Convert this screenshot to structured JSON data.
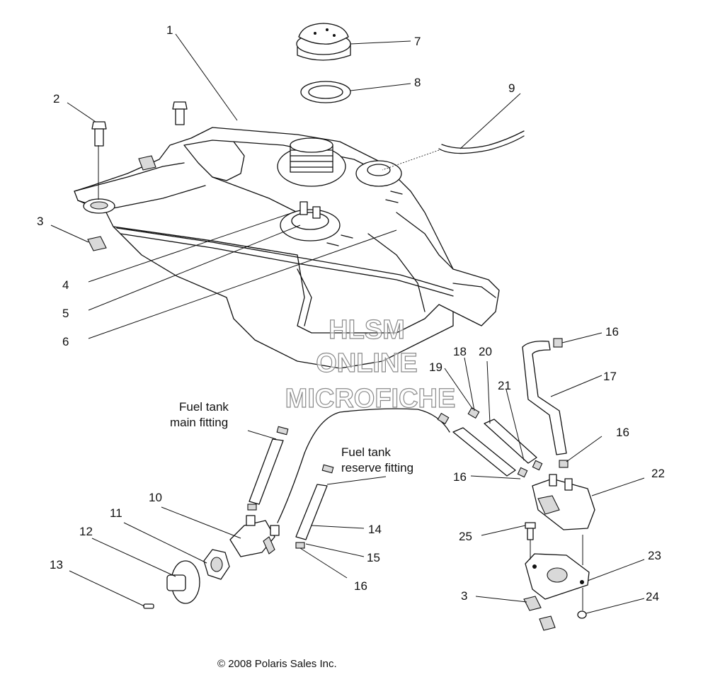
{
  "labels": {
    "p1": "1",
    "p2": "2",
    "p3a": "3",
    "p3b": "3",
    "p4": "4",
    "p5": "5",
    "p6": "6",
    "p7": "7",
    "p8": "8",
    "p9": "9",
    "p10": "10",
    "p11": "11",
    "p12": "12",
    "p13": "13",
    "p14": "14",
    "p15": "15",
    "p16a": "16",
    "p16b": "16",
    "p16c": "16",
    "p16d": "16",
    "p17": "17",
    "p18": "18",
    "p19": "19",
    "p20": "20",
    "p21": "21",
    "p22": "22",
    "p23": "23",
    "p24": "24",
    "p25": "25"
  },
  "notes": {
    "main_fitting_line1": "Fuel tank",
    "main_fitting_line2": "main fitting",
    "reserve_fitting_line1": "Fuel tank",
    "reserve_fitting_line2": "reserve fitting"
  },
  "watermark": {
    "line1": "HLSM",
    "line2": "ONLINE",
    "line3": "MICROFICHE"
  },
  "copyright": "© 2008 Polaris Sales Inc."
}
